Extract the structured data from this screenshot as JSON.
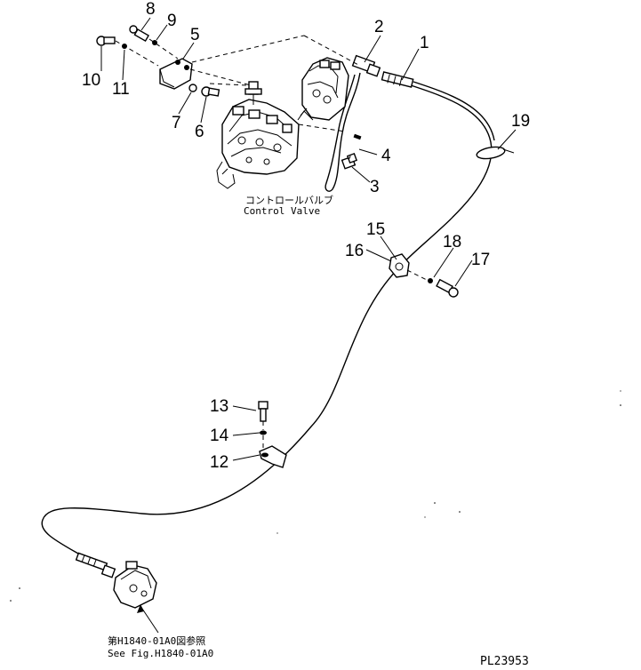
{
  "diagram": {
    "drawing_number": "PL23953",
    "callouts": [
      "1",
      "2",
      "3",
      "4",
      "5",
      "6",
      "7",
      "8",
      "9",
      "10",
      "11",
      "12",
      "13",
      "14",
      "15",
      "16",
      "17",
      "18",
      "19"
    ],
    "control_valve_caption": {
      "jp": "コントロールバルブ",
      "en": "Control Valve"
    },
    "reference_caption": {
      "jp": "第H1840-01A0図参照",
      "en": "See Fig.H1840-01A0"
    }
  }
}
